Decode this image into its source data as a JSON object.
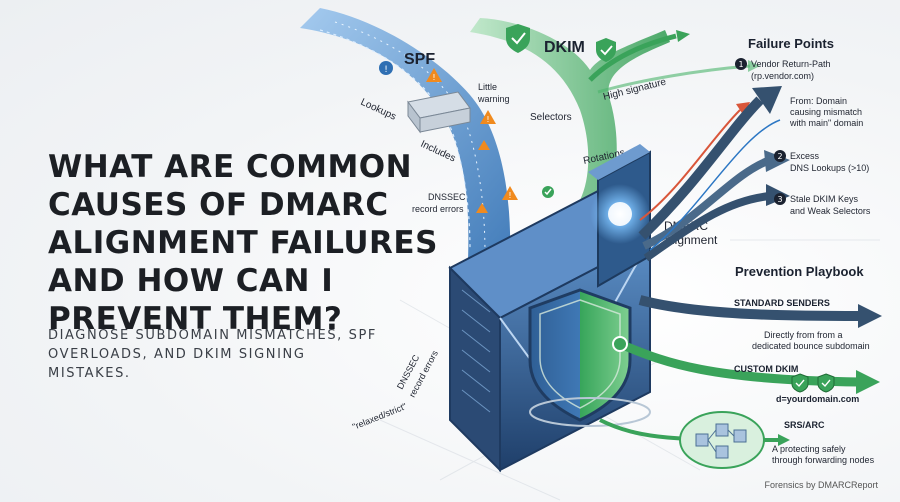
{
  "heading": "What are common causes of DMARC alignment failures and how can I prevent them?",
  "subheading": "Diagnose subdomain mismatches, SPF overloads, and DKIM signing mistakes.",
  "diagram": {
    "spf_label": "SPF",
    "dkim_label": "DKIM",
    "dmarc_label_line1": "DMARC",
    "dmarc_label_line2": "Alignment",
    "spf_annotations": {
      "lookups": "Lookups",
      "little_warning_line1": "Little",
      "little_warning_line2": "warning",
      "includes": "Includes",
      "dnssec_top_line1": "DNSSEC",
      "dnssec_top_line2": "record errors",
      "dnssec_side_line1": "DNSSEC",
      "dnssec_side_line2": "record errors",
      "relaxed_strict": "\"relaxed/strict\""
    },
    "dkim_annotations": {
      "high_signature": "High signature",
      "selectors": "Selectors",
      "rotations": "Rotations"
    },
    "failure_points": {
      "title": "Failure Points",
      "items": [
        {
          "num": "1",
          "line1": "Vendor Return-Path",
          "line2": "(rp.vendor.com)"
        },
        {
          "num": "2",
          "line1": "Excess",
          "line2": "DNS Lookups (>10)"
        },
        {
          "num": "3",
          "line1": "Stale DKIM Keys",
          "line2": "and Weak Selectors"
        }
      ],
      "from_note_line1": "From: Domain",
      "from_note_line2": "causing mismatch",
      "from_note_line3": "with main\" domain"
    },
    "prevention": {
      "title": "Prevention Playbook",
      "items": [
        {
          "title": "STANDARD SENDERS",
          "line1": "Directly from from a",
          "line2": "dedicated bounce subdomain"
        },
        {
          "title": "CUSTOM DKIM",
          "line1": "d=yourdomain.com",
          "line2": ""
        },
        {
          "title": "SRS/ARC",
          "line1": "A protecting safely",
          "line2": "through forwarding nodes"
        }
      ]
    },
    "footer": "Forensics by DMARCReport"
  },
  "colors": {
    "spf_blue": "#3f7fc4",
    "dkim_green": "#3aa35a",
    "warning_orange": "#f08a1e",
    "failure_red": "#d9563a",
    "navy_arrow": "#35516f"
  }
}
